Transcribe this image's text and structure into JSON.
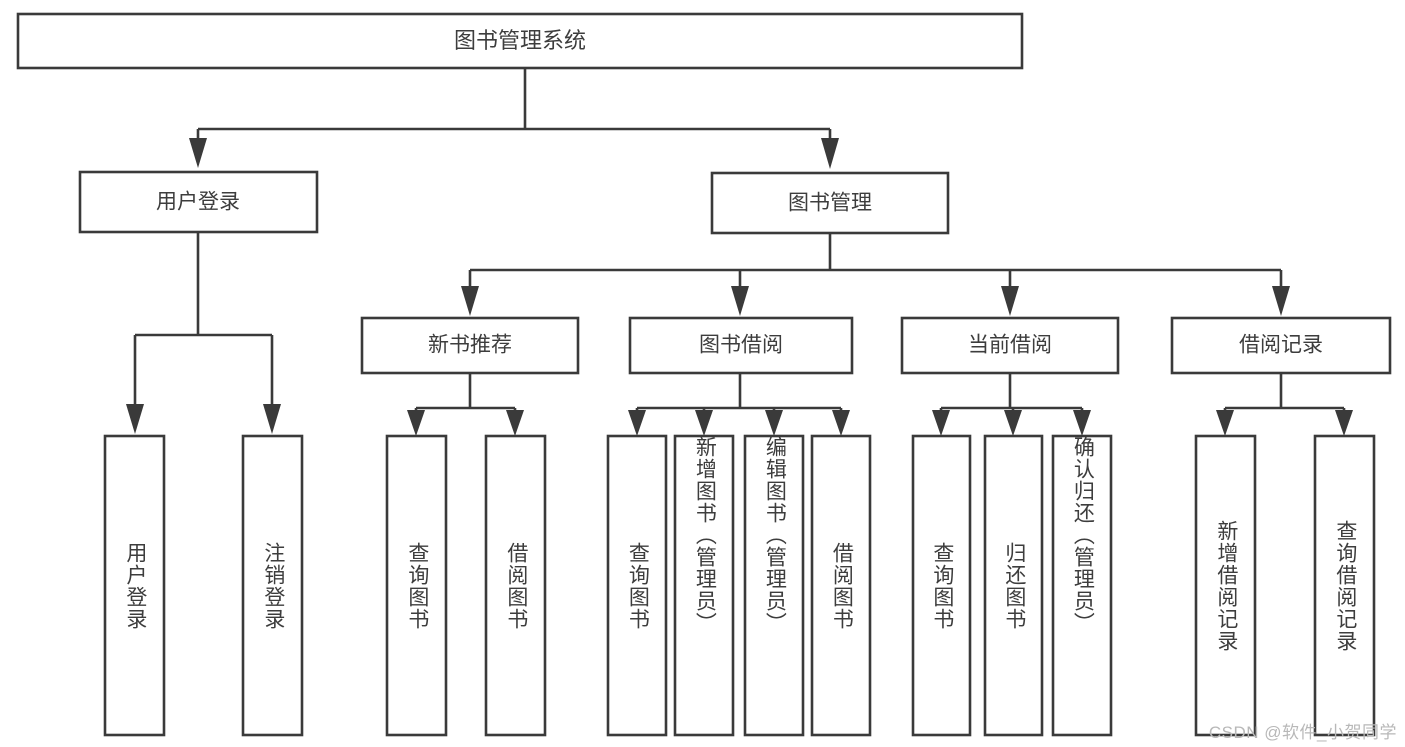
{
  "diagram": {
    "title": "图书管理系统",
    "type": "tree-hierarchy-diagram",
    "colors": {
      "stroke": "#3a3a3a",
      "box_fill": "#ffffff",
      "text": "#3d3d3d",
      "background": "#ffffff",
      "watermark": "#b8b8b8"
    },
    "root": {
      "label": "图书管理系统"
    },
    "level1": [
      {
        "label": "用户登录"
      },
      {
        "label": "图书管理"
      }
    ],
    "level2": [
      {
        "label": "新书推荐"
      },
      {
        "label": "图书借阅"
      },
      {
        "label": "当前借阅"
      },
      {
        "label": "借阅记录"
      }
    ],
    "leaves": {
      "user_login": [
        {
          "label": "用户登录"
        },
        {
          "label": "注销登录"
        }
      ],
      "new_book_recommend": [
        {
          "label": "查询图书"
        },
        {
          "label": "借阅图书"
        }
      ],
      "book_borrow": [
        {
          "label": "查询图书"
        },
        {
          "label": "新增图书（管理员）"
        },
        {
          "label": "编辑图书（管理员）"
        },
        {
          "label": "借阅图书"
        }
      ],
      "current_borrow": [
        {
          "label": "查询图书"
        },
        {
          "label": "归还图书"
        },
        {
          "label": "确认归还（管理员）"
        }
      ],
      "borrow_record": [
        {
          "label": "新增借阅记录"
        },
        {
          "label": "查询借阅记录"
        }
      ]
    },
    "watermark": "CSDN @软件_小贺同学"
  }
}
